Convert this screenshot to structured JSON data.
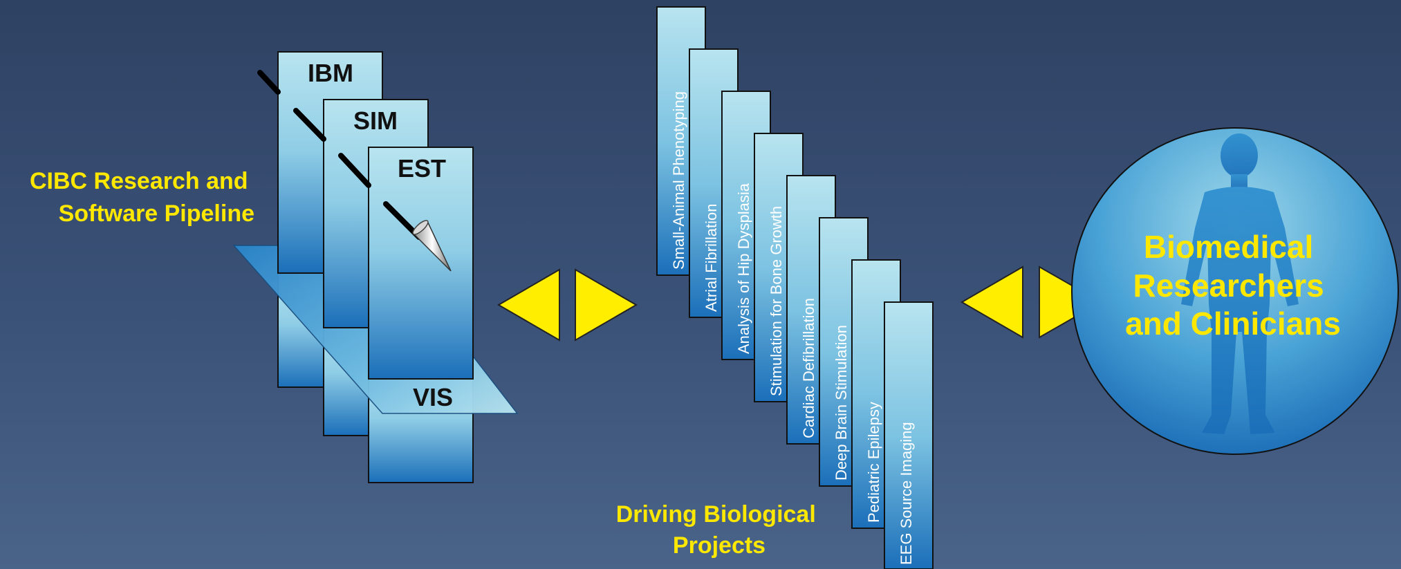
{
  "pipeline": {
    "title_lines": [
      "CIBC Research and",
      "Software Pipeline"
    ],
    "cards": [
      "IBM",
      "SIM",
      "EST"
    ],
    "base_label": "VIS"
  },
  "projects": {
    "items": [
      "Small-Animal Phenotyping",
      "Atrial Fibrillation",
      "Analysis of Hip Dysplasia",
      "Stimulation for Bone Growth",
      "Cardiac Defibrillation",
      "Deep Brain Stimulation",
      "Pediatric Epilepsy",
      "EEG Source Imaging"
    ],
    "title_lines": [
      "Driving Biological",
      "Projects"
    ]
  },
  "researchers": {
    "title_lines": [
      "Biomedical",
      "Researchers",
      "and Clinicians"
    ]
  },
  "colors": {
    "label_yellow": "#ffe800",
    "card_top": "#b6e3ee",
    "card_bottom": "#1d72bb",
    "arrow_yellow": "#ffee00"
  },
  "icons": {
    "pipeline_arrow": "needle-arrow-icon",
    "bidirectional_arrows": "double-triangle-arrow-icon",
    "human_figure": "human-silhouette-icon"
  }
}
